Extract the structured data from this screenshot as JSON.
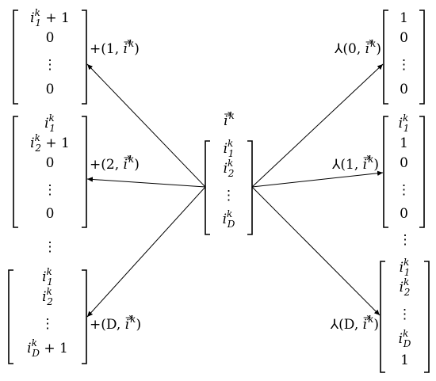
{
  "center": {
    "label": {
      "base": "i",
      "sup": "k"
    },
    "rows": [
      {
        "base": "i",
        "sub": "1",
        "sup": "k"
      },
      {
        "base": "i",
        "sub": "2",
        "sup": "k"
      },
      {
        "base": "⋮"
      },
      {
        "base": "i",
        "sub": "D",
        "sup": "k"
      }
    ]
  },
  "left": [
    {
      "rows": [
        {
          "base": "i",
          "sub": "1",
          "sup": "k",
          "suffix": " + 1"
        },
        {
          "base": "0"
        },
        {
          "base": "⋮"
        },
        {
          "base": "0"
        }
      ],
      "label": {
        "prefix": "+(1, ",
        "base": "i",
        "sup": "k",
        "suffix": ")"
      }
    },
    {
      "rows": [
        {
          "base": "i",
          "sub": "1",
          "sup": "k"
        },
        {
          "base": "i",
          "sub": "2",
          "sup": "k",
          "suffix": " + 1"
        },
        {
          "base": "0"
        },
        {
          "base": "⋮"
        },
        {
          "base": "0"
        }
      ],
      "label": {
        "prefix": "+(2, ",
        "base": "i",
        "sup": "k",
        "suffix": ")"
      }
    },
    {
      "rows": [
        {
          "base": "i",
          "sub": "1",
          "sup": "k"
        },
        {
          "base": "i",
          "sub": "2",
          "sup": "k"
        },
        {
          "base": "⋮"
        },
        {
          "base": "i",
          "sub": "D",
          "sup": "k",
          "suffix": " + 1"
        }
      ],
      "label": {
        "prefix": "+(D, ",
        "base": "i",
        "sup": "k",
        "suffix": ")"
      }
    }
  ],
  "right": [
    {
      "rows": [
        {
          "base": "1"
        },
        {
          "base": "0"
        },
        {
          "base": "⋮"
        },
        {
          "base": "0"
        }
      ],
      "label": {
        "prefix": "⅄(0, ",
        "base": "i",
        "sup": "k",
        "suffix": ")"
      }
    },
    {
      "rows": [
        {
          "base": "i",
          "sub": "1",
          "sup": "k"
        },
        {
          "base": "1"
        },
        {
          "base": "0"
        },
        {
          "base": "⋮"
        },
        {
          "base": "0"
        }
      ],
      "label": {
        "prefix": "⅄(1, ",
        "base": "i",
        "sup": "k",
        "suffix": ")"
      }
    },
    {
      "rows": [
        {
          "base": "i",
          "sub": "1",
          "sup": "k"
        },
        {
          "base": "i",
          "sub": "2",
          "sup": "k"
        },
        {
          "base": "⋮"
        },
        {
          "base": "i",
          "sub": "D",
          "sup": "k"
        },
        {
          "base": "1"
        }
      ],
      "label": {
        "prefix": "⅄(D, ",
        "base": "i",
        "sup": "k",
        "suffix": ")"
      }
    }
  ],
  "left_gap_symbol": "⋮",
  "right_gap_symbol": "⋮"
}
